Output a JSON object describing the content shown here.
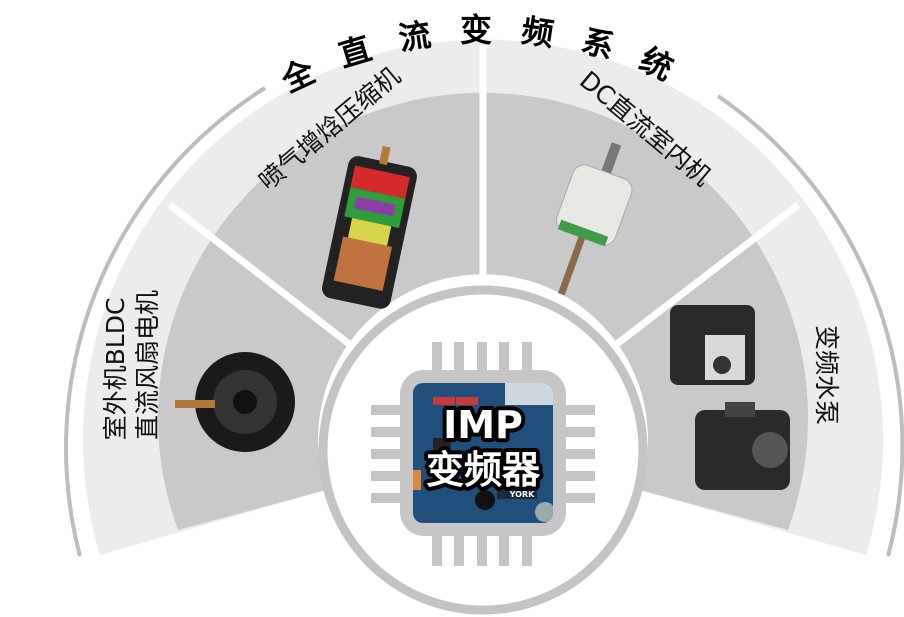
{
  "title": "全直流变频系统",
  "segments": [
    {
      "label_lines": [
        "室外机BLDC",
        "直流风扇电机"
      ]
    },
    {
      "label": "喷气增焓压缩机"
    },
    {
      "label": "DC直流室内机"
    },
    {
      "label": "变频水泵"
    }
  ],
  "center": {
    "line1": "IMP",
    "line2": "变频器",
    "board_brand": "YORK"
  },
  "colors": {
    "outer_band": "#ececec",
    "inner_band": "#c9c9c9",
    "ring": "#c4c4c4",
    "board": "#1f4f7a"
  }
}
